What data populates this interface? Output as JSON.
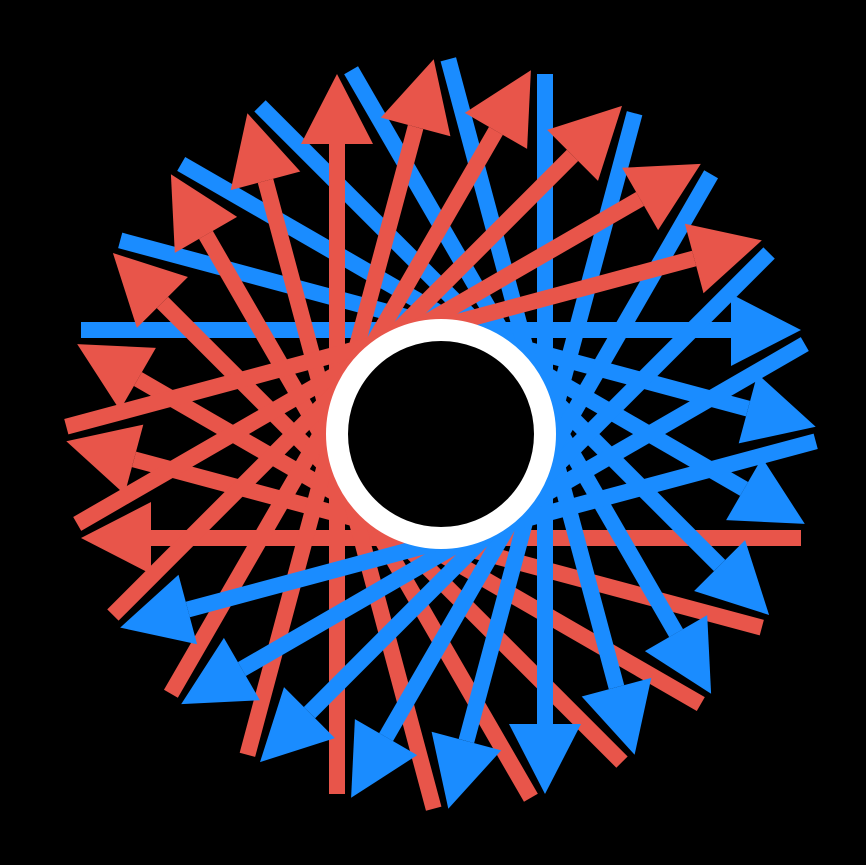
{
  "scene": {
    "background_color": "#000000",
    "arrow_colors": {
      "red": "#e8554a",
      "blue": "#1a8cff"
    },
    "center_ring": {
      "ring_color": "#ffffff",
      "fill_color": "#000000"
    },
    "arrow_count": 24,
    "rotational_symmetry": 12,
    "description_of_shapes": "arrows"
  }
}
